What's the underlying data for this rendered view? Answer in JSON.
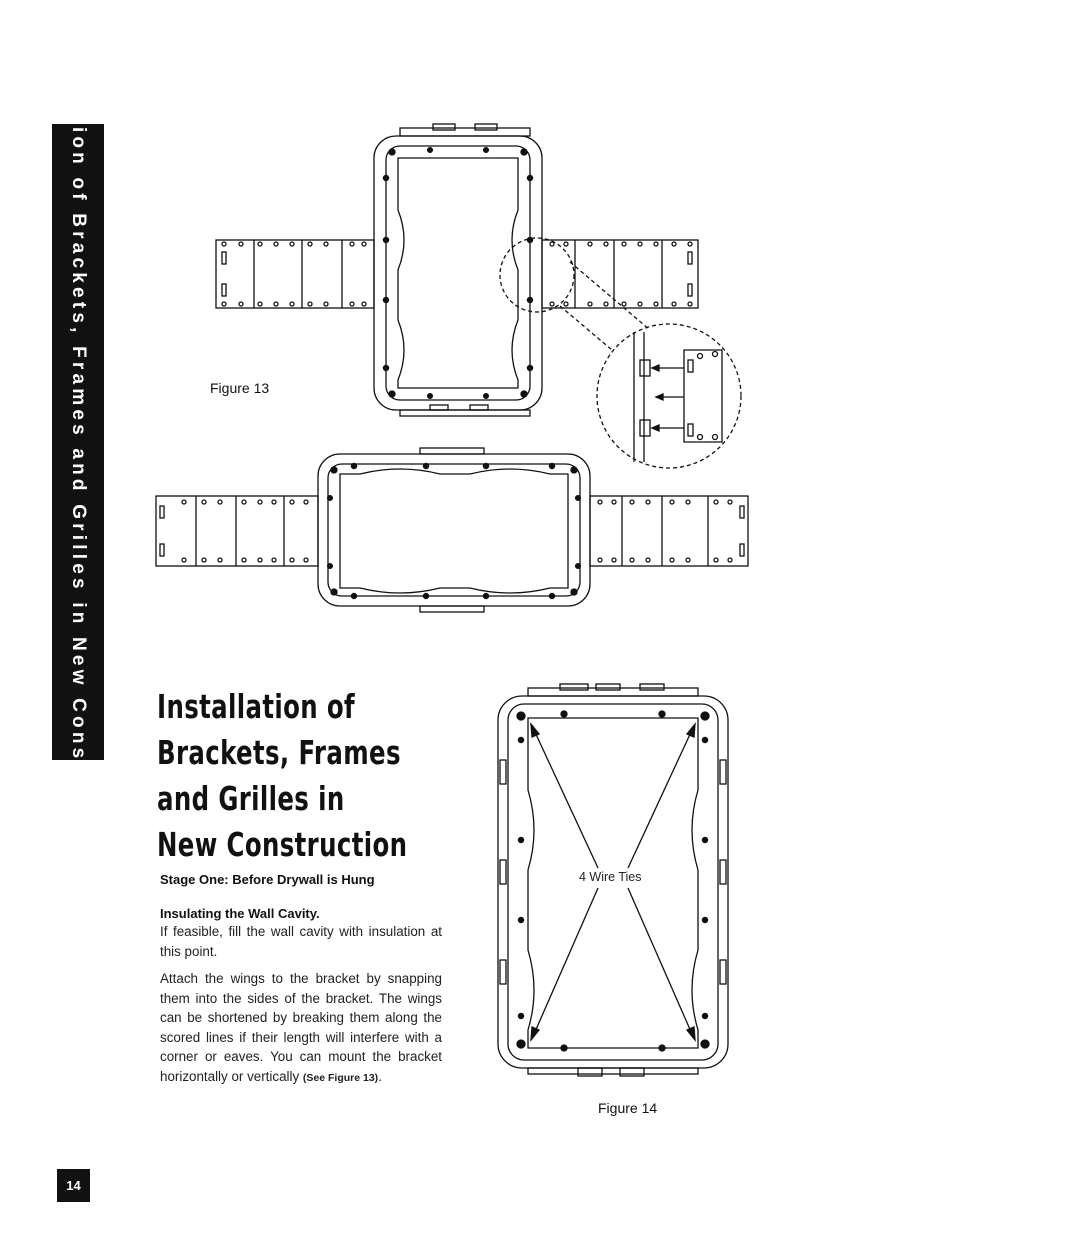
{
  "side_tab": {
    "text": "Installation of Brackets, Frames and Grilles in New Construction"
  },
  "heading": {
    "lines": [
      "Installation of",
      "Brackets, Frames",
      "and Grilles in",
      "New Construction"
    ]
  },
  "stage_heading": "Stage One: Before Drywall is Hung",
  "subheading": "Insulating the Wall Cavity.",
  "paragraph_1": "If feasible, fill the wall cavity with insulation at this point.",
  "paragraph_2": "Attach the wings to the bracket by snapping them into the sides of the bracket. The wings can be shortened by breaking them along the scored lines if their length will interfere with a corner or eaves. You can mount the bracket horizontally or vertically",
  "see_reference": "(See Figure 13)",
  "see_reference_end": ".",
  "figure_13": {
    "label": "Figure 13"
  },
  "figure_14": {
    "label": "Figure 14",
    "annotation": "4 Wire Ties"
  },
  "page_number": "14"
}
